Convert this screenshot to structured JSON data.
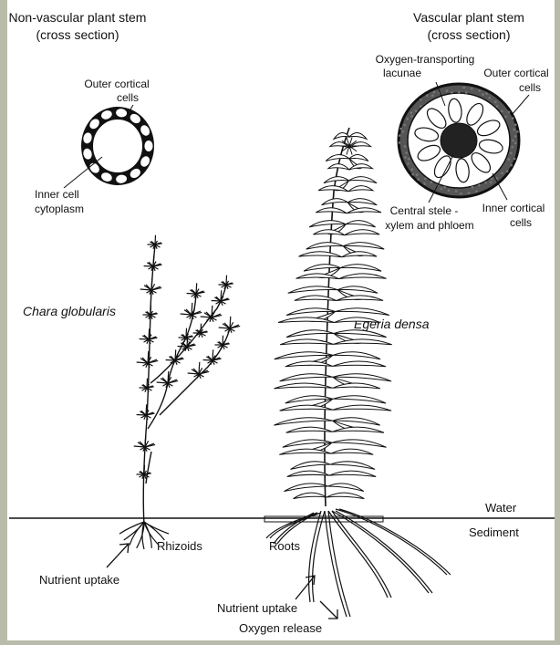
{
  "colors": {
    "frame": "#b9bcaa",
    "paper": "#ffffff",
    "ink": "#111111"
  },
  "cross_sections": {
    "non_vascular": {
      "title_line1": "Non-vascular plant stem",
      "title_line2": "(cross section)",
      "outer_cells_line1": "Outer cortical",
      "outer_cells_line2": "cells",
      "inner_line1": "Inner cell",
      "inner_line2": "cytoplasm"
    },
    "vascular": {
      "title_line1": "Vascular plant stem",
      "title_line2": "(cross section)",
      "lacunae_line1": "Oxygen-transporting",
      "lacunae_line2": "lacunae",
      "outer_cells_line1": "Outer cortical",
      "outer_cells_line2": "cells",
      "stele_line1": "Central stele -",
      "stele_line2": "xylem and phloem",
      "inner_cells_line1": "Inner cortical",
      "inner_cells_line2": "cells"
    }
  },
  "plants": {
    "chara_name": "Chara globularis",
    "egeria_name": "Egeria densa"
  },
  "labels": {
    "water": "Water",
    "sediment": "Sediment",
    "rhizoids": "Rhizoids",
    "roots": "Roots",
    "nutrient_uptake_left": "Nutrient uptake",
    "nutrient_uptake_right": "Nutrient uptake",
    "oxygen_release": "Oxygen release"
  }
}
